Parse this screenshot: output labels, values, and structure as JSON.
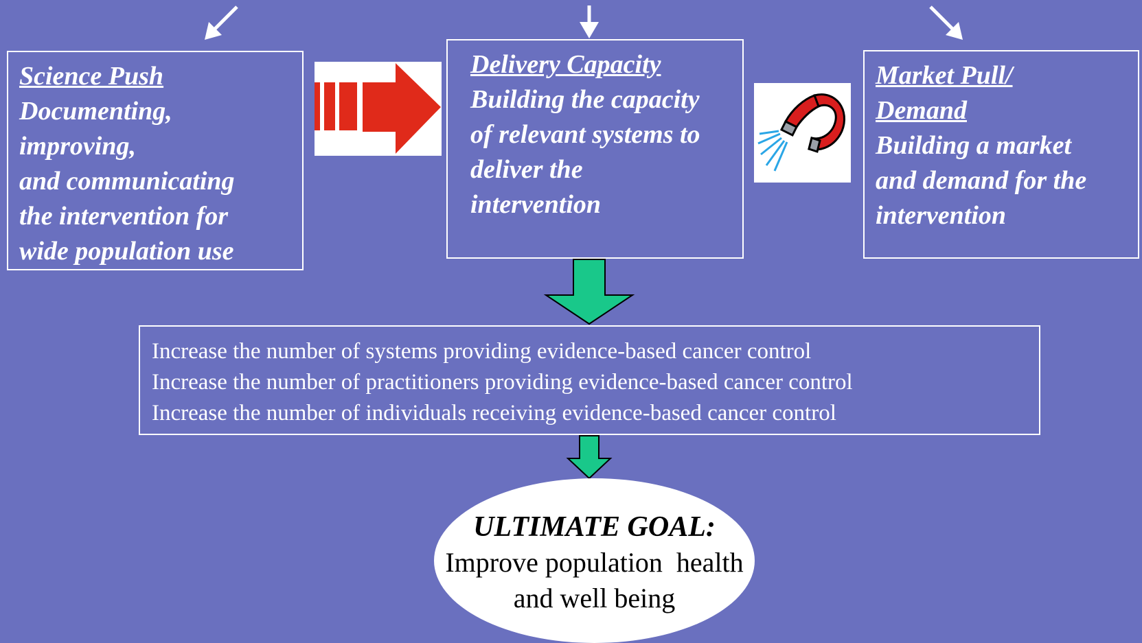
{
  "colors": {
    "background": "#6a70bf",
    "box_border": "#ffffff",
    "text": "#ffffff",
    "down_arrow_fill": "#19c88a",
    "push_arrow_fill": "#e02a1a",
    "goal_fill": "#ffffff"
  },
  "science_push": {
    "heading": "Science Push",
    "lines": [
      "Documenting,",
      "improving,",
      "and communicating",
      "the intervention for",
      "wide population use"
    ]
  },
  "delivery_capacity": {
    "heading": "Delivery Capacity",
    "lines": [
      "Building the capacity",
      "of relevant systems to",
      "deliver the",
      "intervention"
    ]
  },
  "market_pull": {
    "heading_lines": [
      "Market Pull/",
      "Demand"
    ],
    "lines": [
      "Building a market",
      "and demand for the",
      "intervention"
    ]
  },
  "outcomes": [
    "Increase the number of systems providing evidence-based cancer control",
    "Increase the number of practitioners providing evidence-based cancer control",
    "Increase the number of individuals receiving evidence-based cancer control"
  ],
  "goal": {
    "title": "ULTIMATE GOAL:",
    "lines": [
      "Improve population  health",
      "and well being"
    ]
  },
  "icons": {
    "push_arrow": "red-striped-right-arrow-icon",
    "magnet": "horseshoe-magnet-icon"
  }
}
